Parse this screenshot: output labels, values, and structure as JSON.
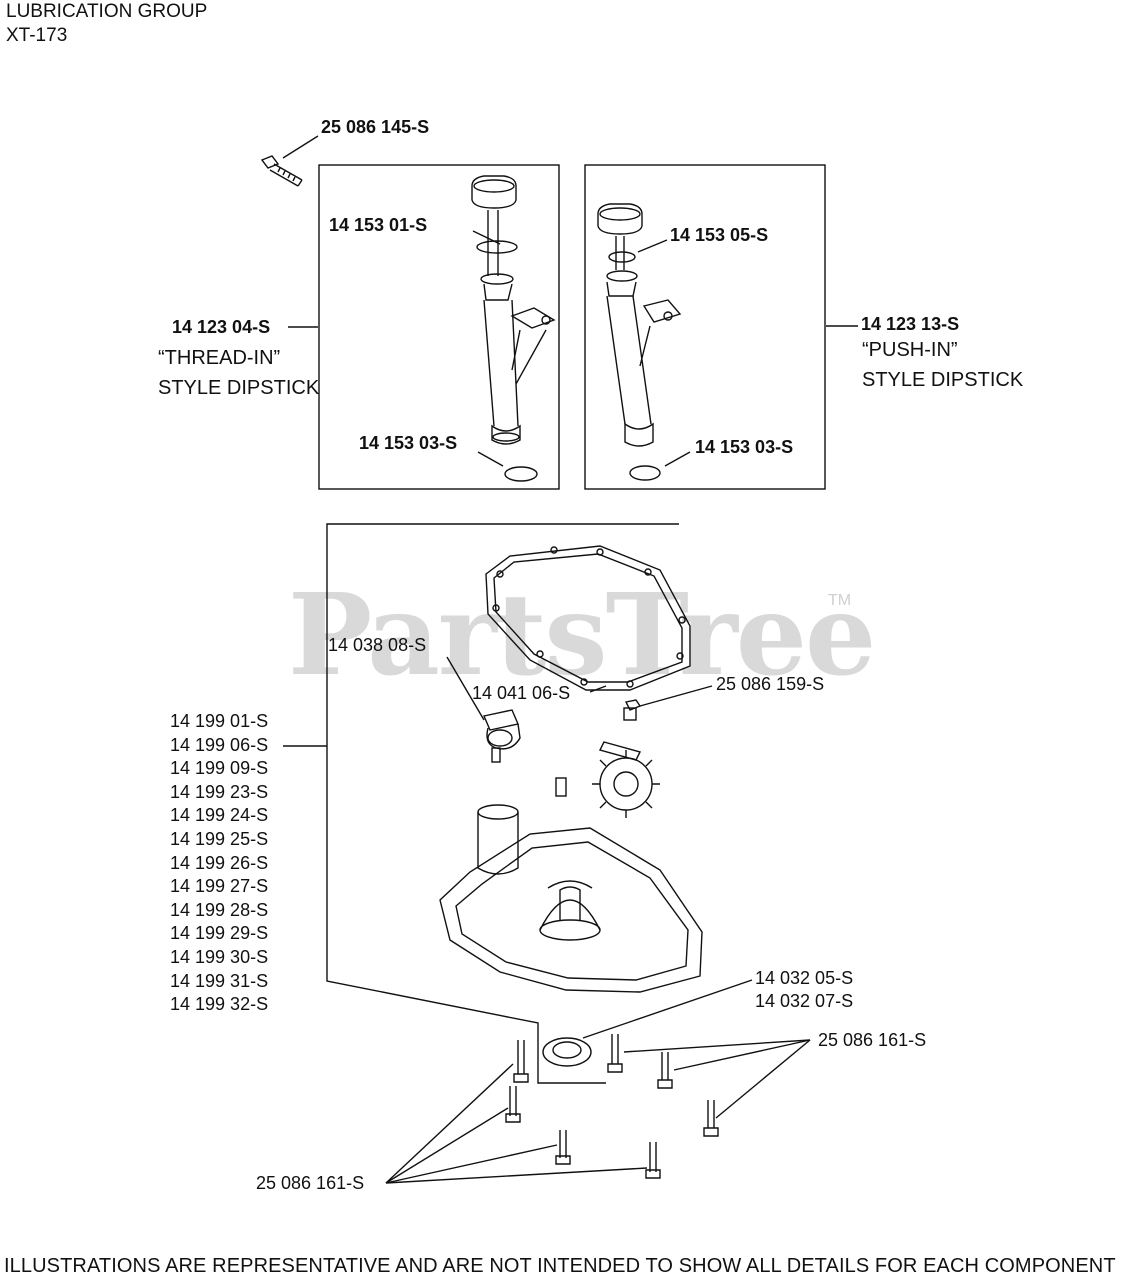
{
  "header": {
    "title": "LUBRICATION GROUP",
    "model": "XT-173"
  },
  "watermark": {
    "text": "PartsTree",
    "tm": "TM"
  },
  "parts": {
    "bolt_top": "25 086 145-S",
    "oring_a": "14 153 01-S",
    "oring_b": "14 153 05-S",
    "oring_c": "14 153 03-S",
    "oring_d": "14 153 03-S",
    "dipstick_thread": "14 123 04-S",
    "dipstick_push": "14 123 13-S",
    "breather": "14 038 08-S",
    "gasket": "14 041 06-S",
    "bolt_mid": "25 086 159-S",
    "seal_1": "14 032 05-S",
    "seal_2": "14 032 07-S",
    "bolts_right": "25 086 161-S",
    "bolts_left": "25 086 161-S"
  },
  "notes": {
    "thread_in_1": "“THREAD-IN”",
    "thread_in_2": "STYLE DIPSTICK",
    "push_in_1": "“PUSH-IN”",
    "push_in_2": "STYLE DIPSTICK"
  },
  "sump_parts": [
    "14 199 01-S",
    "14 199 06-S",
    "14 199 09-S",
    "14 199 23-S",
    "14 199 24-S",
    "14 199 25-S",
    "14 199 26-S",
    "14 199 27-S",
    "14 199 28-S",
    "14 199 29-S",
    "14 199 30-S",
    "14 199 31-S",
    "14 199 32-S"
  ],
  "footer": "ILLUSTRATIONS ARE REPRESENTATIVE AND ARE NOT INTENDED TO SHOW ALL DETAILS FOR EACH COMPONENT"
}
